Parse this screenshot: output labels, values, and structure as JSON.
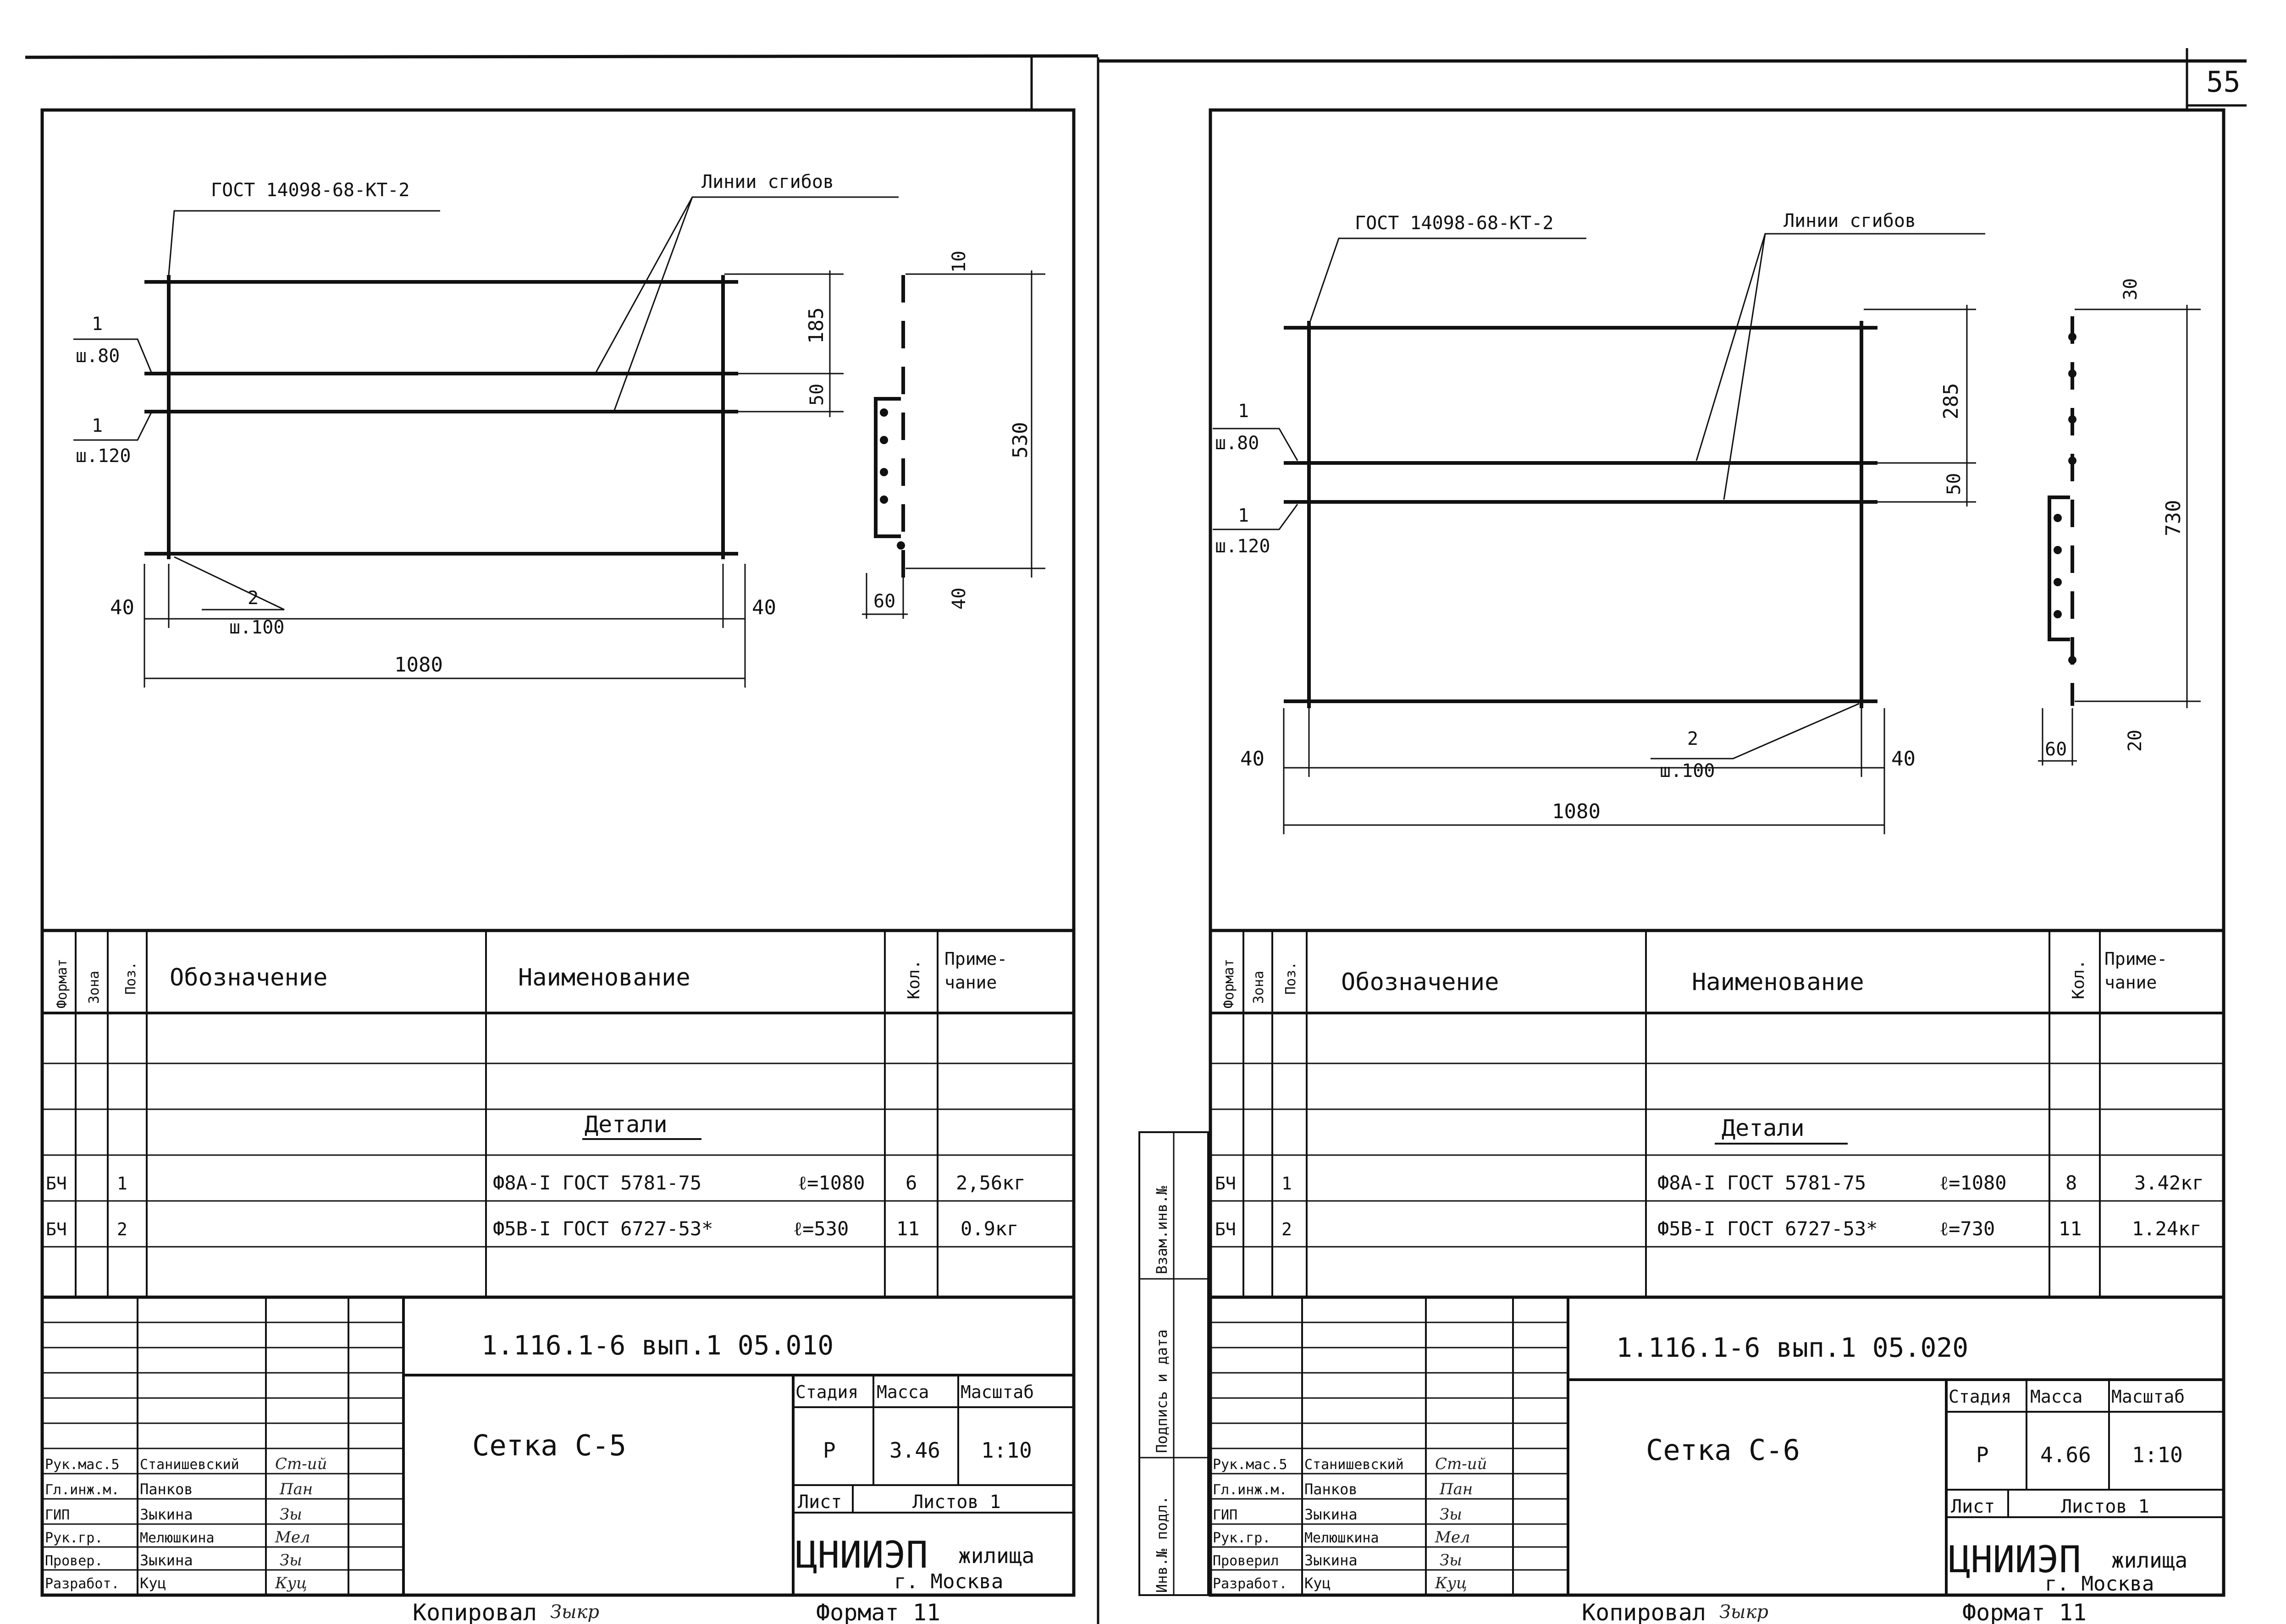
{
  "page_number": "55",
  "sheets": [
    {
      "drawing": {
        "gost_label": "ГОСТ 14098-68-КТ-2",
        "bend_label": "Линии сгибов",
        "pos1_upper": {
          "num": "1",
          "step": "ш.80"
        },
        "pos1_lower": {
          "num": "1",
          "step": "ш.120"
        },
        "pos2": {
          "num": "2",
          "step": "ш.100"
        },
        "dim_left": "40",
        "dim_right": "40",
        "dim_width": "1080",
        "dim_upper": "185",
        "dim_mid": "50",
        "dim_section_top": "10",
        "dim_height": "530",
        "dim_section_bottom": "40",
        "dim_section_width": "60"
      },
      "spec": {
        "headers": {
          "format": "Формат",
          "zone": "Зона",
          "pos": "Поз.",
          "designation": "Обозначение",
          "name": "Наименование",
          "qty": "Кол.",
          "note": "Приме-\nчание"
        },
        "section_title": "Детали",
        "rows": [
          {
            "format": "БЧ",
            "pos": "1",
            "name": "Ф8А-I ГОСТ 5781-75",
            "length": "ℓ=1080",
            "qty": "6",
            "note": "2,56кг"
          },
          {
            "format": "БЧ",
            "pos": "2",
            "name": "Ф5В-I ГОСТ 6727-53*",
            "length": "ℓ=530",
            "qty": "11",
            "note": "0.9кг"
          }
        ]
      },
      "title_block": {
        "code": "1.116.1-6 вып.1 05.010",
        "title": "Сетка С-5",
        "stage_label": "Стадия",
        "mass_label": "Масса",
        "scale_label": "Масштаб",
        "stage": "Р",
        "mass": "3.46",
        "scale": "1:10",
        "sheet_label": "Лист",
        "sheets_label": "Листов 1",
        "org_main": "ЦНИИЭП",
        "org_sub": "жилища",
        "city": "г. Москва",
        "staff": [
          {
            "role": "Рук.мас.5",
            "name": "Станишевский",
            "sign": "Ст-ий"
          },
          {
            "role": "Гл.инж.м.",
            "name": "Панков",
            "sign": "Пан"
          },
          {
            "role": "ГИП",
            "name": "Зыкина",
            "sign": "Зы"
          },
          {
            "role": "Рук.гр.",
            "name": "Мелюшкина",
            "sign": "Мел"
          },
          {
            "role": "Провер.",
            "name": "Зыкина",
            "sign": "Зы"
          },
          {
            "role": "Разработ.",
            "name": "Куц",
            "sign": "Куц"
          }
        ]
      },
      "copied_label": "Копировал",
      "copied_sign": "Зыкр",
      "format_label": "Формат 11"
    },
    {
      "drawing": {
        "gost_label": "ГОСТ 14098-68-КТ-2",
        "bend_label": "Линии сгибов",
        "pos1_upper": {
          "num": "1",
          "step": "ш.80"
        },
        "pos1_lower": {
          "num": "1",
          "step": "ш.120"
        },
        "pos2": {
          "num": "2",
          "step": "ш.100"
        },
        "dim_left": "40",
        "dim_right": "40",
        "dim_width": "1080",
        "dim_upper": "285",
        "dim_mid": "50",
        "dim_section_top": "30",
        "dim_height": "730",
        "dim_section_bottom": "20",
        "dim_section_width": "60"
      },
      "spec": {
        "headers": {
          "format": "Формат",
          "zone": "Зона",
          "pos": "Поз.",
          "designation": "Обозначение",
          "name": "Наименование",
          "qty": "Кол.",
          "note": "Приме-\nчание"
        },
        "section_title": "Детали",
        "rows": [
          {
            "format": "БЧ",
            "pos": "1",
            "name": "Ф8А-I ГОСТ 5781-75",
            "length": "ℓ=1080",
            "qty": "8",
            "note": "3.42кг"
          },
          {
            "format": "БЧ",
            "pos": "2",
            "name": "Ф5В-I ГОСТ 6727-53*",
            "length": "ℓ=730",
            "qty": "11",
            "note": "1.24кг"
          }
        ]
      },
      "title_block": {
        "code": "1.116.1-6 вып.1 05.020",
        "title": "Сетка С-6",
        "stage_label": "Стадия",
        "mass_label": "Масса",
        "scale_label": "Масштаб",
        "stage": "Р",
        "mass": "4.66",
        "scale": "1:10",
        "sheet_label": "Лист",
        "sheets_label": "Листов 1",
        "org_main": "ЦНИИЭП",
        "org_sub": "жилища",
        "city": "г. Москва",
        "staff": [
          {
            "role": "Рук.мас.5",
            "name": "Станишевский",
            "sign": "Ст-ий"
          },
          {
            "role": "Гл.инж.м.",
            "name": "Панков",
            "sign": "Пан"
          },
          {
            "role": "ГИП",
            "name": "Зыкина",
            "sign": "Зы"
          },
          {
            "role": "Рук.гр.",
            "name": "Мелюшкина",
            "sign": "Мел"
          },
          {
            "role": "Проверил",
            "name": "Зыкина",
            "sign": "Зы"
          },
          {
            "role": "Разработ.",
            "name": "Куц",
            "sign": "Куц"
          }
        ]
      },
      "side_stamp": [
        "Инв.№ подл.",
        "Подпись и дата",
        "Взам.инв.№"
      ],
      "copied_label": "Копировал",
      "copied_sign": "Зыкр",
      "format_label": "Формат 11"
    }
  ]
}
